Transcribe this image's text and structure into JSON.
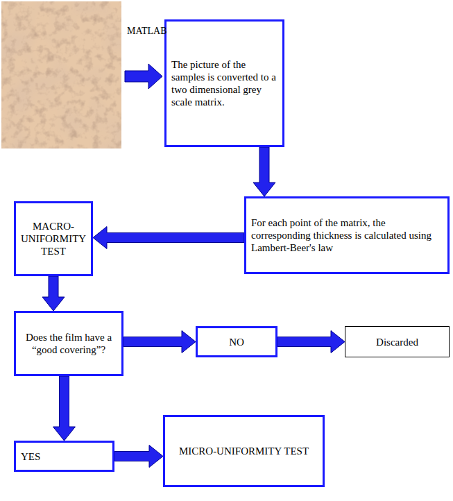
{
  "diagram": {
    "nodes": [
      {
        "text": [
          "The picture of the samples is converted to a two dimensional grey scale matrix."
        ]
      },
      {
        "text": [
          "For each point of the matrix, the corresponding thickness is calculated using Lambert-Beer's law"
        ]
      },
      {
        "text": [
          "MACRO-UNIFORMITY TEST"
        ]
      },
      {
        "text": [
          "Does the film have a “good covering”?"
        ]
      },
      {
        "text": [
          "NO"
        ]
      },
      {
        "text": [
          "Discarded"
        ]
      },
      {
        "text": [
          "YES"
        ]
      },
      {
        "text": [
          "MICRO-UNIFORMITY TEST"
        ]
      }
    ],
    "edges": [
      {
        "from": 0,
        "to": 1,
        "arrow": "to"
      },
      {
        "from": 1,
        "to": 2,
        "arrow": "to"
      },
      {
        "from": 2,
        "to": 3,
        "arrow": "to"
      },
      {
        "from": 3,
        "to": 4,
        "arrow": "to"
      },
      {
        "from": 4,
        "to": 5,
        "arrow": "to"
      },
      {
        "from": 3,
        "to": 6,
        "arrow": "to"
      },
      {
        "from": 6,
        "to": 7,
        "arrow": "to"
      }
    ],
    "labels": [
      "MATLAB"
    ]
  }
}
